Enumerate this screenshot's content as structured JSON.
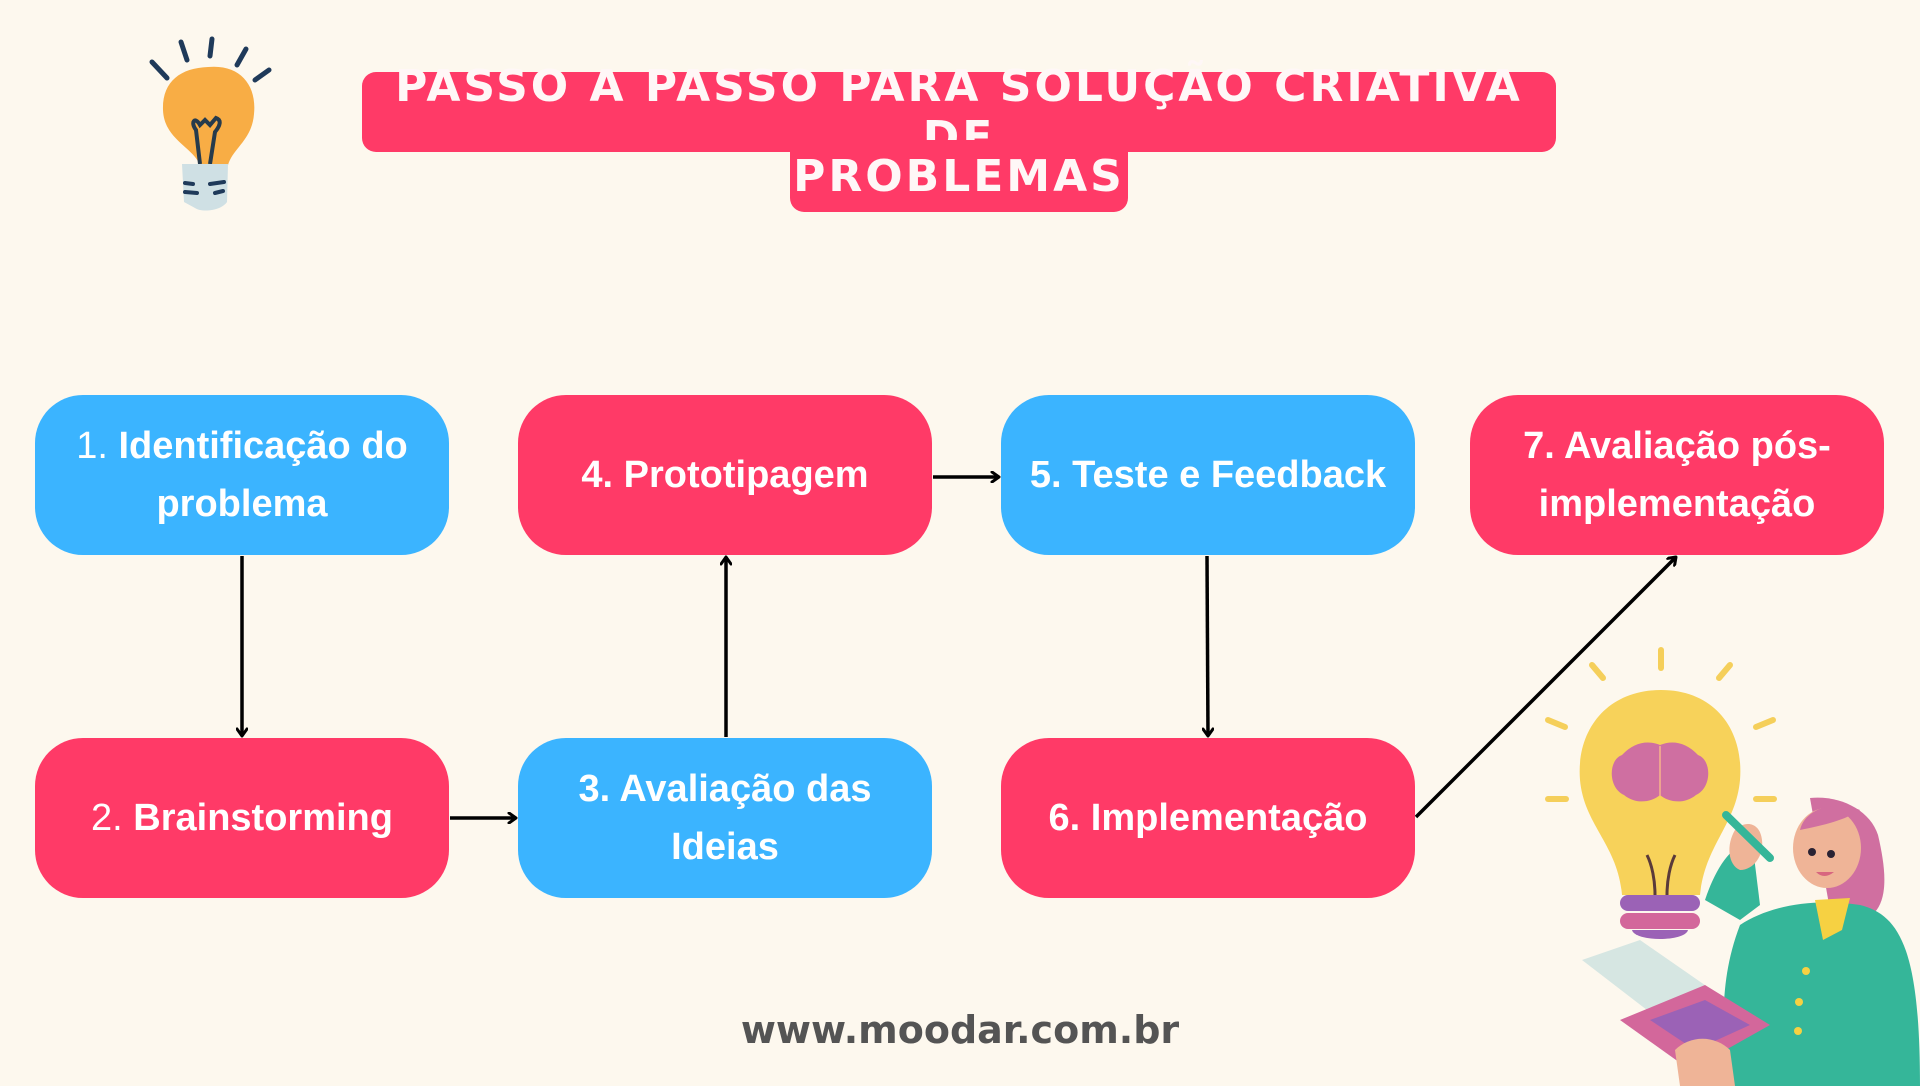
{
  "title": {
    "line1": "PASSO A PASSO PARA SOLUÇÃO CRIATIVA DE",
    "line2": "PROBLEMAS"
  },
  "colors": {
    "background": "#fdf8ee",
    "pink": "#ff3a67",
    "blue": "#3bb4ff",
    "arrow": "#000000",
    "footer_text": "#545454"
  },
  "steps": [
    {
      "num": "1.",
      "label": "Identificação do problema",
      "color": "blue"
    },
    {
      "num": "2.",
      "label": "Brainstorming",
      "color": "pink"
    },
    {
      "num": "3.",
      "label": "Avaliação das Ideias",
      "color": "blue"
    },
    {
      "num": "4.",
      "label": "Prototipagem",
      "color": "pink"
    },
    {
      "num": "5.",
      "label": "Teste e Feedback",
      "color": "blue"
    },
    {
      "num": "6.",
      "label": "Implementação",
      "color": "pink"
    },
    {
      "num": "7.",
      "label": "Avaliação pós-implementação",
      "color": "pink"
    }
  ],
  "flow": [
    "1→2",
    "2→3",
    "3→4",
    "4→5",
    "5→6",
    "6→7"
  ],
  "icons": {
    "top_left": "lightbulb-icon",
    "bottom_right": "woman-with-lightbulb-brain-illustration"
  },
  "footer": {
    "url": "www.moodar.com.br"
  }
}
